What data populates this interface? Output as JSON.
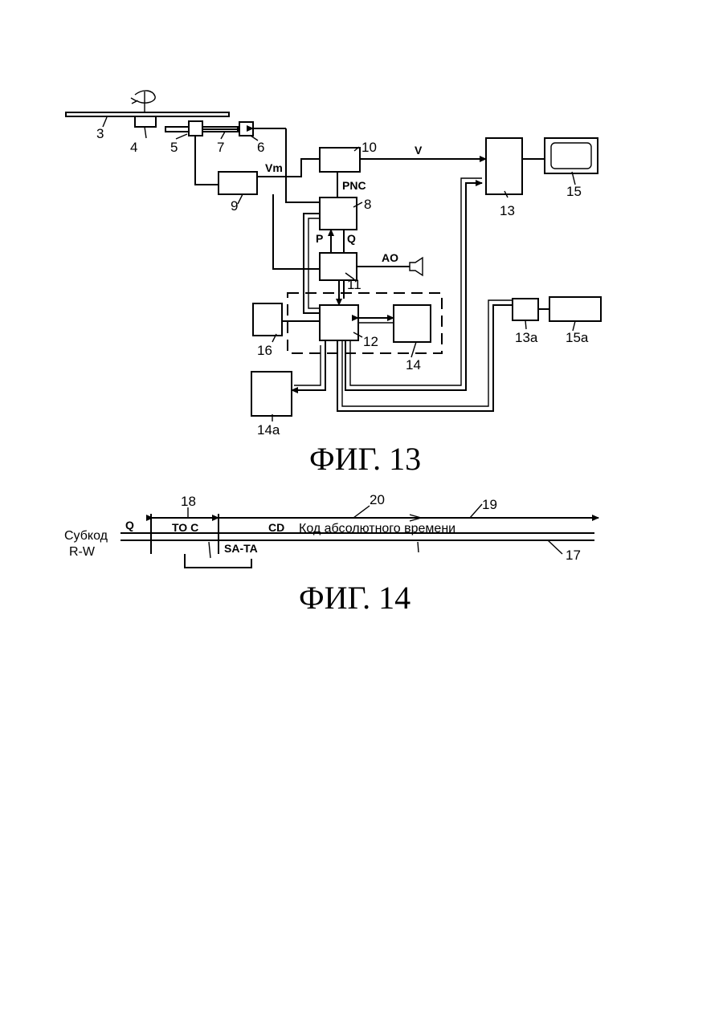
{
  "fig13": {
    "caption": "ФИГ. 13",
    "labels": {
      "l3": "3",
      "l4": "4",
      "l5": "5",
      "l6": "6",
      "l7": "7",
      "l8": "8",
      "l9": "9",
      "l10": "10",
      "l11": "11",
      "l12": "12",
      "l13": "13",
      "l13a": "13a",
      "l14": "14",
      "l14a": "14a",
      "l15": "15",
      "l15a": "15a",
      "l16": "16"
    },
    "signals": {
      "v": "V",
      "vm": "Vm",
      "pnc": "PNC",
      "p": "P",
      "q": "Q",
      "ao": "AO"
    }
  },
  "fig14": {
    "caption": "ФИГ. 14",
    "subcode_line1": "Субкод",
    "subcode_line2": "R-W",
    "q_label": "Q",
    "toc": "TO C",
    "cd": "CD",
    "abs_time": "Код абсолютного времени",
    "sa_ta": "SA-TA",
    "l17": "17",
    "l18": "18",
    "l19": "19",
    "l20": "20"
  }
}
